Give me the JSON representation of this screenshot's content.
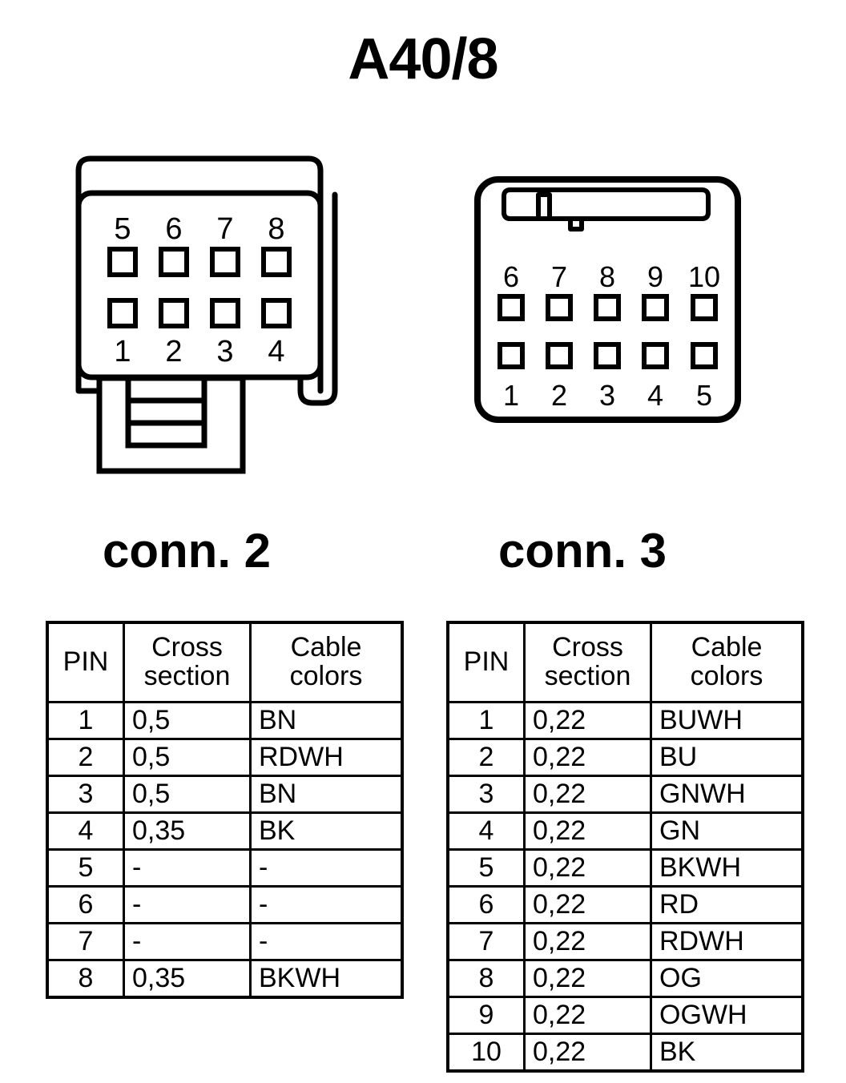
{
  "title": "A40/8",
  "connectors": [
    {
      "id": "conn2",
      "label": "conn. 2",
      "type": "8-pin-rectangular-with-latch-tab",
      "pin_rows": {
        "top": [
          "5",
          "6",
          "7",
          "8"
        ],
        "bottom": [
          "1",
          "2",
          "3",
          "4"
        ]
      }
    },
    {
      "id": "conn3",
      "label": "conn. 3",
      "type": "10-pin-rectangular-with-keyed-slot",
      "pin_rows": {
        "top": [
          "6",
          "7",
          "8",
          "9",
          "10"
        ],
        "bottom": [
          "1",
          "2",
          "3",
          "4",
          "5"
        ]
      }
    }
  ],
  "tables": [
    {
      "id": "table-conn2",
      "for_connector": "conn. 2",
      "headers": {
        "pin": "PIN",
        "cross_section_line1": "Cross",
        "cross_section_line2": "section",
        "cable_colors_line1": "Cable",
        "cable_colors_line2": "colors"
      },
      "rows": [
        {
          "pin": "1",
          "cross_section": "0,5",
          "cable_colors": "BN"
        },
        {
          "pin": "2",
          "cross_section": "0,5",
          "cable_colors": "RDWH"
        },
        {
          "pin": "3",
          "cross_section": "0,5",
          "cable_colors": "BN"
        },
        {
          "pin": "4",
          "cross_section": "0,35",
          "cable_colors": "BK"
        },
        {
          "pin": "5",
          "cross_section": "-",
          "cable_colors": "-"
        },
        {
          "pin": "6",
          "cross_section": "-",
          "cable_colors": "-"
        },
        {
          "pin": "7",
          "cross_section": "-",
          "cable_colors": "-"
        },
        {
          "pin": "8",
          "cross_section": "0,35",
          "cable_colors": "BKWH"
        }
      ]
    },
    {
      "id": "table-conn3",
      "for_connector": "conn. 3",
      "headers": {
        "pin": "PIN",
        "cross_section_line1": "Cross",
        "cross_section_line2": "section",
        "cable_colors_line1": "Cable",
        "cable_colors_line2": "colors"
      },
      "rows": [
        {
          "pin": "1",
          "cross_section": "0,22",
          "cable_colors": "BUWH"
        },
        {
          "pin": "2",
          "cross_section": "0,22",
          "cable_colors": "BU"
        },
        {
          "pin": "3",
          "cross_section": "0,22",
          "cable_colors": "GNWH"
        },
        {
          "pin": "4",
          "cross_section": "0,22",
          "cable_colors": "GN"
        },
        {
          "pin": "5",
          "cross_section": "0,22",
          "cable_colors": "BKWH"
        },
        {
          "pin": "6",
          "cross_section": "0,22",
          "cable_colors": "RD"
        },
        {
          "pin": "7",
          "cross_section": "0,22",
          "cable_colors": "RDWH"
        },
        {
          "pin": "8",
          "cross_section": "0,22",
          "cable_colors": "OG"
        },
        {
          "pin": "9",
          "cross_section": "0,22",
          "cable_colors": "OGWH"
        },
        {
          "pin": "10",
          "cross_section": "0,22",
          "cable_colors": "BK"
        }
      ]
    }
  ],
  "colors": {
    "line": "#000000",
    "background": "#ffffff"
  }
}
